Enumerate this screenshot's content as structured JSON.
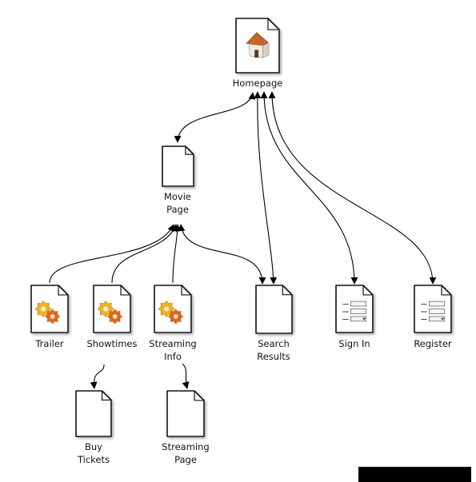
{
  "nodes": [
    {
      "id": "homepage",
      "label": "Homepage",
      "icon": "house-icon"
    },
    {
      "id": "movie",
      "label_lines": [
        "Movie",
        "Page"
      ],
      "icon": "blank-page-icon"
    },
    {
      "id": "trailer",
      "label": "Trailer",
      "icon": "gears-icon"
    },
    {
      "id": "showtimes",
      "label": "Showtimes",
      "icon": "gears-icon"
    },
    {
      "id": "streaming-info",
      "label_lines": [
        "Streaming",
        "Info"
      ],
      "icon": "gears-icon"
    },
    {
      "id": "search-results",
      "label_lines": [
        "Search",
        "Results"
      ],
      "icon": "blank-page-icon"
    },
    {
      "id": "sign-in",
      "label": "Sign In",
      "icon": "form-icon"
    },
    {
      "id": "register",
      "label": "Register",
      "icon": "form-icon"
    },
    {
      "id": "buy-tickets",
      "label_lines": [
        "Buy",
        "Tickets"
      ],
      "icon": "blank-page-icon"
    },
    {
      "id": "streaming-page",
      "label_lines": [
        "Streaming",
        "Page"
      ],
      "icon": "blank-page-icon"
    }
  ],
  "edges": [
    {
      "from": "homepage",
      "to": "movie",
      "direction": "both"
    },
    {
      "from": "search-results",
      "to": "homepage",
      "direction": "both"
    },
    {
      "from": "sign-in",
      "to": "homepage",
      "direction": "both"
    },
    {
      "from": "register",
      "to": "homepage",
      "direction": "both"
    },
    {
      "from": "trailer",
      "to": "movie",
      "direction": "forward"
    },
    {
      "from": "showtimes",
      "to": "movie",
      "direction": "forward"
    },
    {
      "from": "streaming-info",
      "to": "movie",
      "direction": "forward"
    },
    {
      "from": "movie",
      "to": "search-results",
      "direction": "both"
    },
    {
      "from": "showtimes",
      "to": "buy-tickets",
      "direction": "forward"
    },
    {
      "from": "streaming-info",
      "to": "streaming-page",
      "direction": "forward"
    }
  ],
  "colors": {
    "line": "#000000",
    "page_fill": "#ffffff",
    "page_shadow": "#9a9a9a",
    "gear_yellow": "#f2b21b",
    "gear_orange": "#e8631a",
    "house_roof": "#c8652a",
    "house_wall": "#f1ece2",
    "footer_bar": "#000000"
  }
}
